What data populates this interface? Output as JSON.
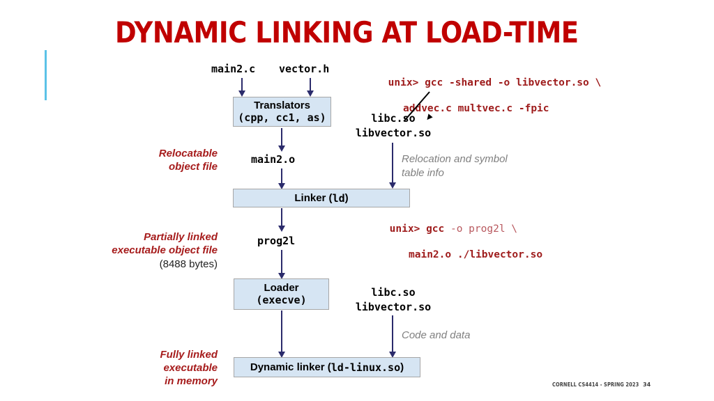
{
  "slide": {
    "title": "DYNAMIC LINKING AT LOAD-TIME",
    "accent_color": "#5BC2E7",
    "title_color": "#C00000"
  },
  "footer": {
    "course": "CORNELL CS4414 - SPRING 2023",
    "page_number": "34"
  },
  "inputs": {
    "source_file": "main2.c",
    "header_file": "vector.h"
  },
  "boxes": {
    "translators": {
      "line1": "Translators",
      "line2": "(cpp, cc1, as)"
    },
    "linker": {
      "prefix": "Linker (",
      "mono": "ld",
      "suffix": ")"
    },
    "loader": {
      "line1": "Loader",
      "line2": "(execve)"
    },
    "dynamic_linker": {
      "prefix": "Dynamic linker (",
      "mono": "ld-linux.so",
      "suffix": ")"
    }
  },
  "artifacts": {
    "object_file": "main2.o",
    "program": "prog2l"
  },
  "left_labels": {
    "relocatable": "Relocatable\nobject file",
    "partially_linked": "Partially linked\nexecutable object file",
    "partially_linked_size": "(8488 bytes)",
    "fully_linked": "Fully linked\nexecutable\nin memory"
  },
  "shared_libs_top": {
    "line1": "libc.so",
    "line2": "libvector.so"
  },
  "shared_libs_bottom": {
    "line1": "libc.so",
    "line2": "libvector.so"
  },
  "annotations": {
    "relocation_info": "Relocation and symbol\ntable info",
    "code_and_data": "Code and data"
  },
  "commands": {
    "build_shared": {
      "prompt": "unix> ",
      "cmd": "gcc -shared -o libvector.so \\",
      "line2": "addvec.c multvec.c -fpic"
    },
    "build_prog": {
      "prompt": "unix> ",
      "cmd_bold": "gcc",
      "cmd_light": " -o prog2l \\",
      "line2": "main2.o ./libvector.so"
    }
  }
}
